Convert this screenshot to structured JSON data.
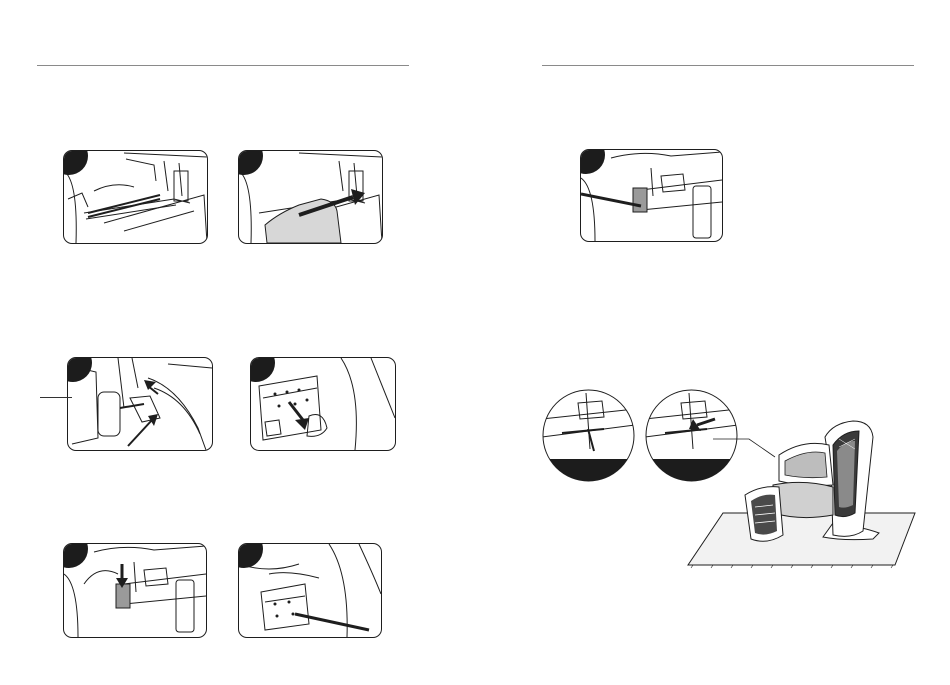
{
  "steps": [
    {
      "id": "step-1",
      "number": ""
    },
    {
      "id": "step-2",
      "number": ""
    },
    {
      "id": "step-3",
      "number": ""
    },
    {
      "id": "step-4",
      "number": ""
    },
    {
      "id": "step-5",
      "number": ""
    },
    {
      "id": "step-6",
      "number": ""
    },
    {
      "id": "step-7",
      "number": ""
    }
  ],
  "colors": {
    "ink": "#1e1e1e",
    "badge": "#1c1c1c",
    "rule": "#8a8a8a",
    "floor": "#f2f2f2"
  }
}
